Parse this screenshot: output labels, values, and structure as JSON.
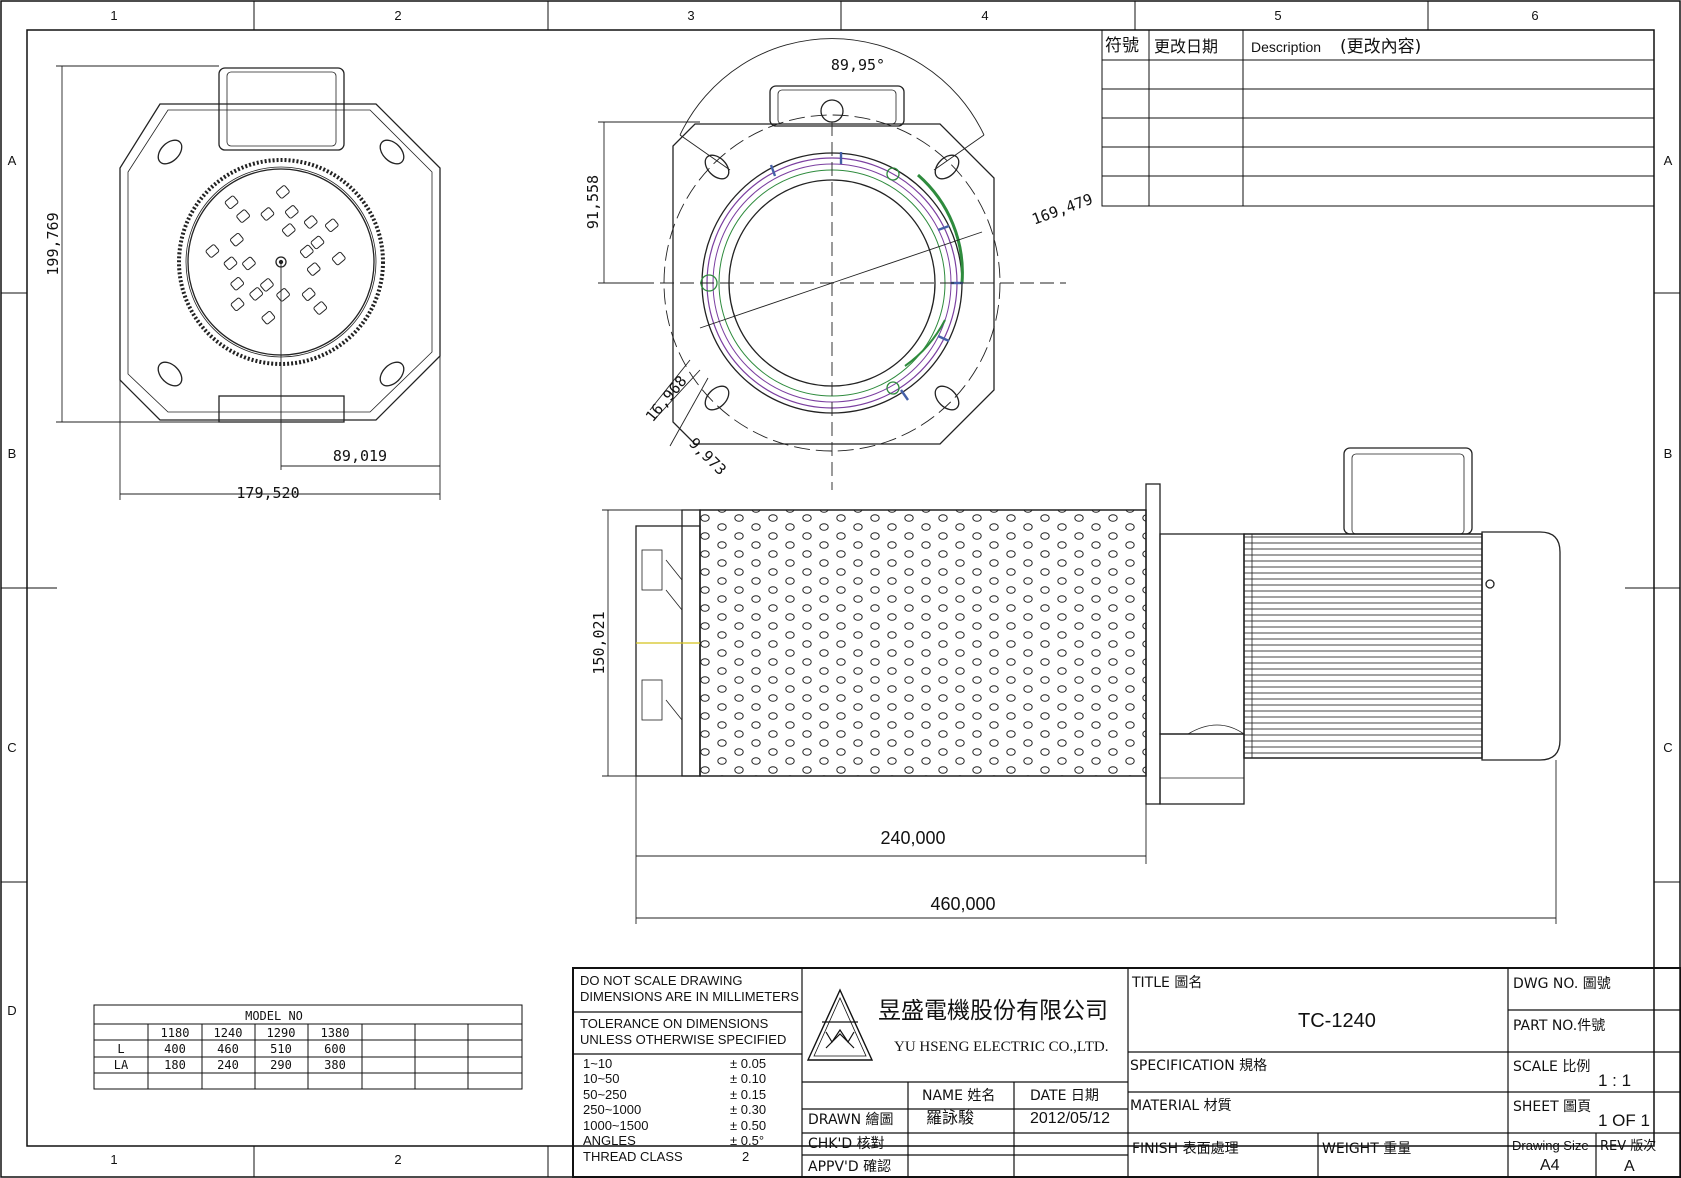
{
  "frame": {
    "columns": [
      "1",
      "2",
      "3",
      "4",
      "5",
      "6"
    ],
    "rows": [
      "A",
      "B",
      "C",
      "D"
    ]
  },
  "dimensions": {
    "angle": "89,95°",
    "v_91558": "91,558",
    "d_169479": "169,479",
    "d_16968": "16,968",
    "d_9973": "9,973",
    "h_199769": "199,769",
    "h_89019": "89,019",
    "w_179520": "179,520",
    "h_150021": "150,021",
    "l_240000": "240,000",
    "l_460000": "460,000"
  },
  "revision_table": {
    "symbol": "符號",
    "date": "更改日期",
    "description": "Description",
    "content": "(更改內容)"
  },
  "model_table": {
    "title": "MODEL NO",
    "models": [
      "1180",
      "1240",
      "1290",
      "1380"
    ],
    "rows": [
      {
        "label": "L",
        "values": [
          "400",
          "460",
          "510",
          "600"
        ]
      },
      {
        "label": "LA",
        "values": [
          "180",
          "240",
          "290",
          "380"
        ]
      }
    ]
  },
  "title_block": {
    "do_not_scale": "DO NOT SCALE DRAWING",
    "dims_mm": "DIMENSIONS ARE IN MILLIMETERS",
    "tol_on": "TOLERANCE ON DIMENSIONS",
    "unless": "UNLESS OTHERWISE SPECIFIED",
    "tolerances": [
      {
        "range": "1~10",
        "tol": "± 0.05"
      },
      {
        "range": "10~50",
        "tol": "± 0.10"
      },
      {
        "range": "50~250",
        "tol": "± 0.15"
      },
      {
        "range": "250~1000",
        "tol": "± 0.30"
      },
      {
        "range": "1000~1500",
        "tol": "± 0.50"
      },
      {
        "range": "ANGLES",
        "tol": "± 0.5°"
      },
      {
        "range": "THREAD CLASS",
        "tol": "2"
      }
    ],
    "company_cn": "昱盛電機股份有限公司",
    "company_en": "YU HSENG ELECTRIC CO.,LTD.",
    "name_label": "NAME 姓名",
    "date_label": "DATE 日期",
    "drawn_label": "DRAWN 繪圖",
    "drawn_name": "羅詠駿",
    "drawn_date": "2012/05/12",
    "chkd_label": "CHK'D 核對",
    "apprvd_label": "APPV'D 確認",
    "title_label": "TITLE 圖名",
    "title_value": "TC-1240",
    "spec_label": "SPECIFICATION 規格",
    "material_label": "MATERIAL 材質",
    "finish_label": "FINISH 表面處理",
    "weight_label": "WEIGHT 重量",
    "dwg_no_label": "DWG NO. 圖號",
    "part_no_label": "PART NO.件號",
    "scale_label": "SCALE 比例",
    "scale_value": "1 : 1",
    "sheet_label": "SHEET 圖頁",
    "sheet_value": "1 OF 1",
    "drawing_size_label": "Drawing Size",
    "drawing_size_value": "A4",
    "rev_label": "REV 版次",
    "rev_value": "A"
  }
}
